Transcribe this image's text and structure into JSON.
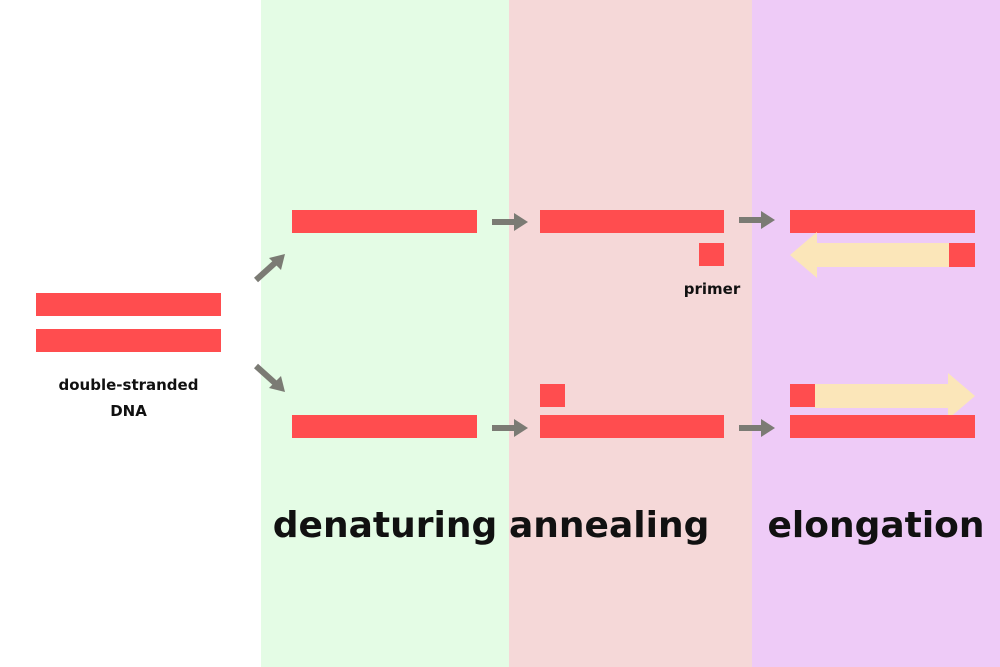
{
  "colors": {
    "background": "#ffffff",
    "denaturing_bg": "#e4fce5",
    "annealing_bg": "#f5d8d8",
    "elongation_bg": "#eecbf7",
    "dna_strand": "#ff4d4f",
    "new_strand": "#fbe6b9",
    "arrow": "#7b7b74",
    "text": "#111111"
  },
  "labels": {
    "dna": "double-stranded\nDNA",
    "primer": "primer"
  },
  "stages": {
    "denaturing": "denaturing",
    "annealing": "annealing",
    "elongation": "elongation"
  }
}
